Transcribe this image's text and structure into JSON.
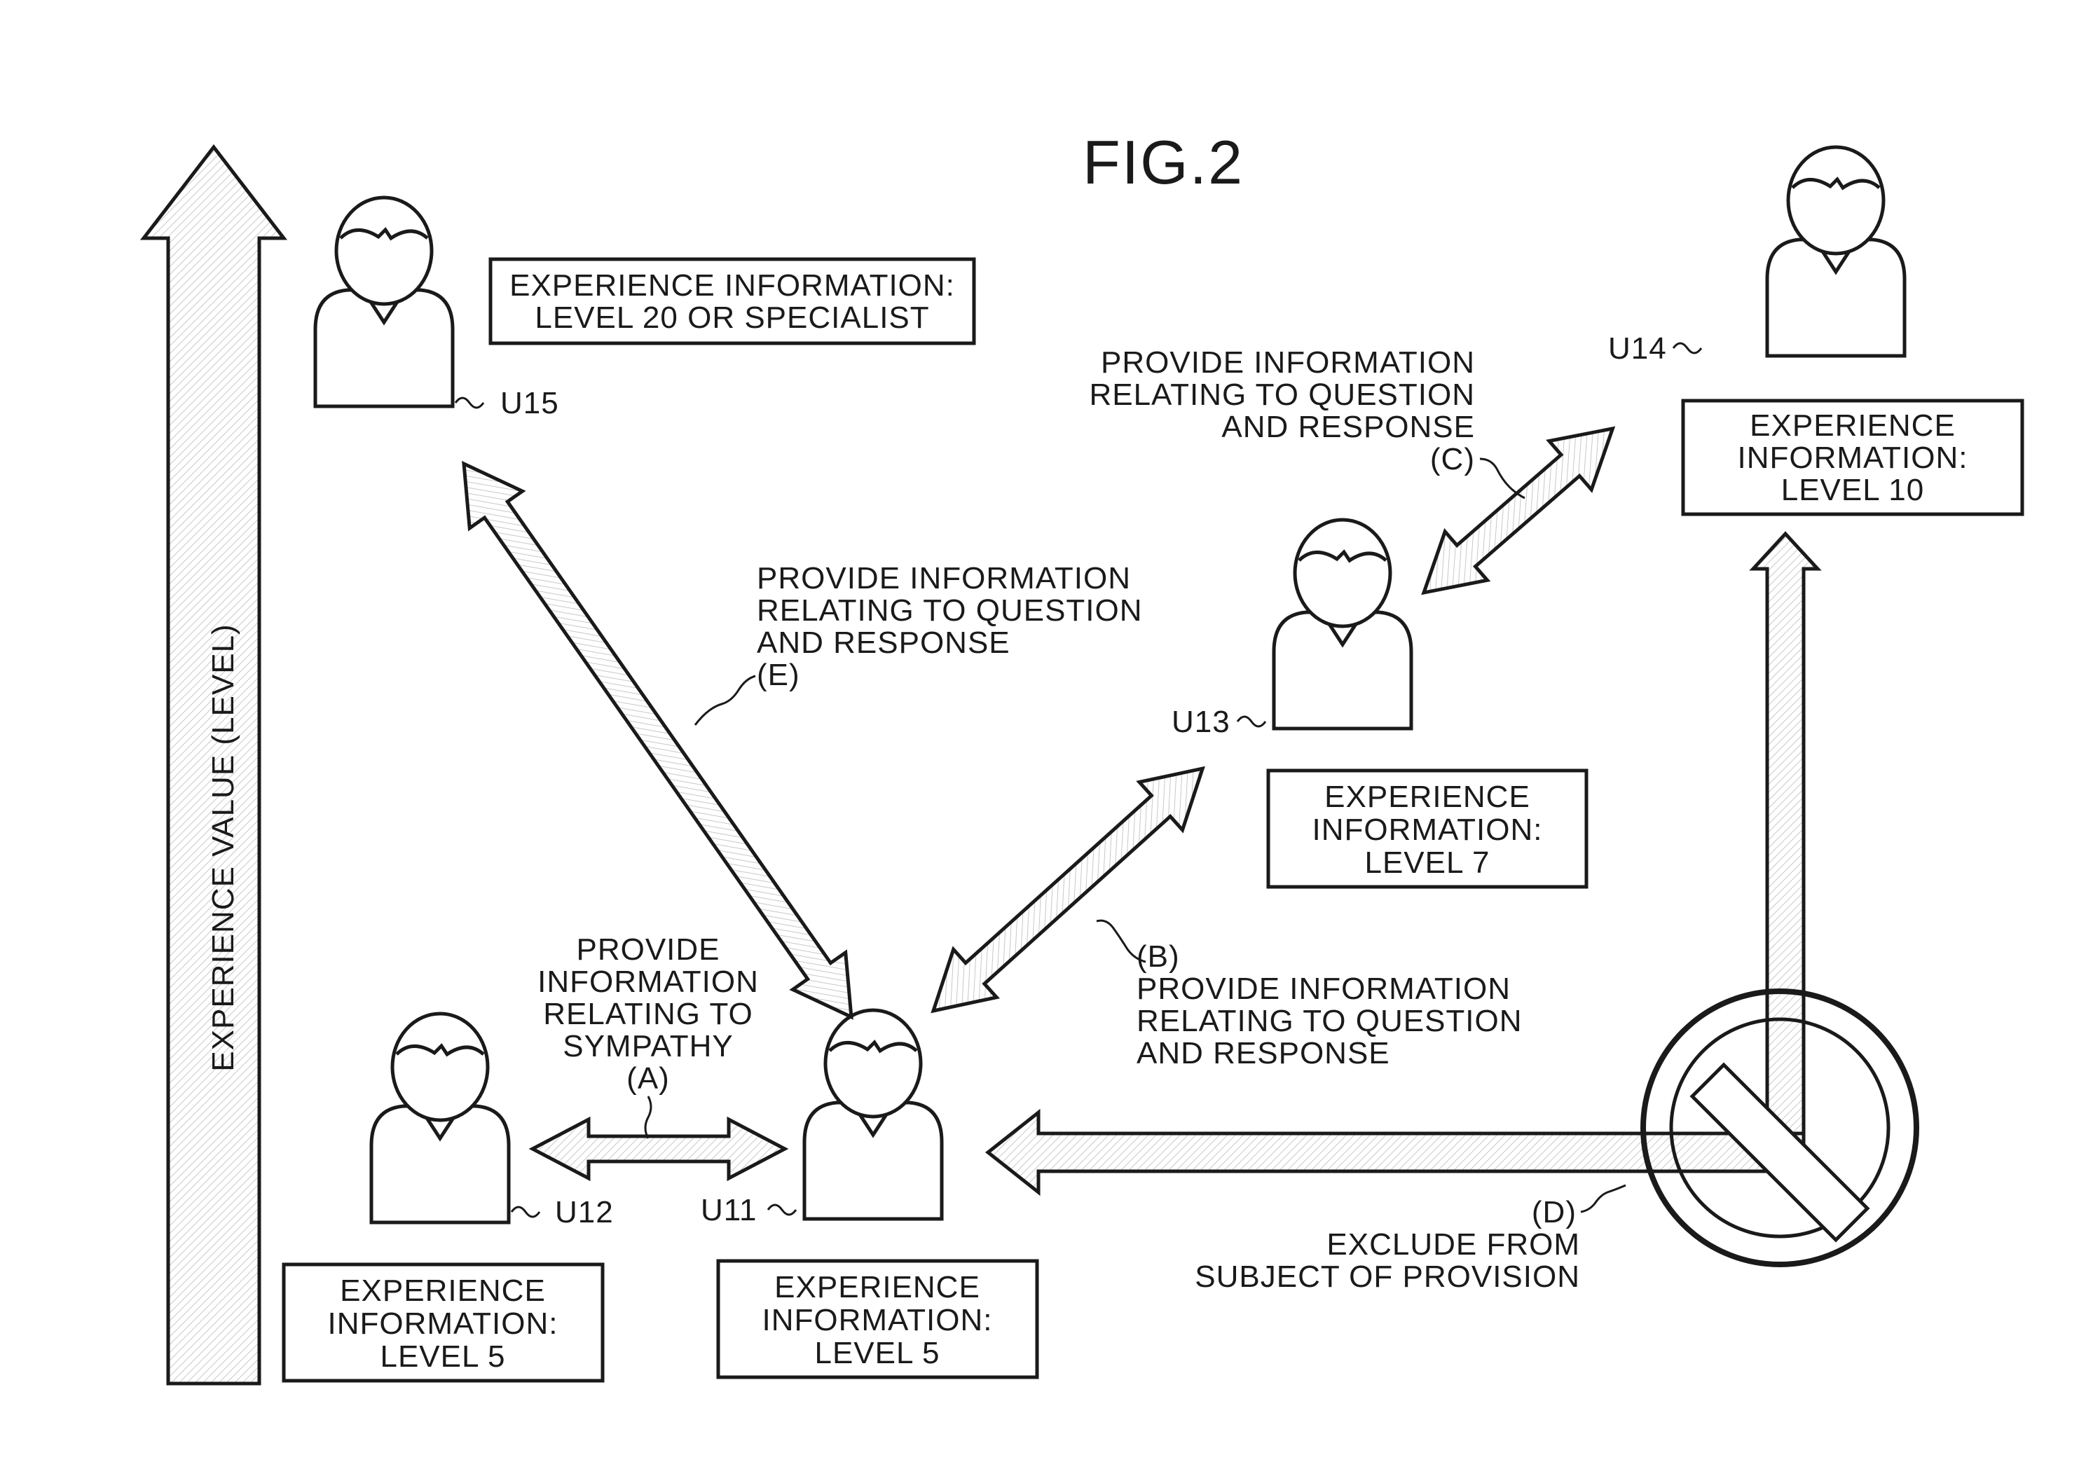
{
  "figure": {
    "title": "FIG.2"
  },
  "axis": {
    "label": "EXPERIENCE VALUE (LEVEL)"
  },
  "users": [
    {
      "id": "U15",
      "box_lines": [
        "EXPERIENCE INFORMATION:",
        "LEVEL 20 OR SPECIALIST"
      ]
    },
    {
      "id": "U14",
      "box_lines": [
        "EXPERIENCE",
        "INFORMATION:",
        "LEVEL 10"
      ]
    },
    {
      "id": "U13",
      "box_lines": [
        "EXPERIENCE",
        "INFORMATION:",
        "LEVEL 7"
      ]
    },
    {
      "id": "U12",
      "box_lines": [
        "EXPERIENCE",
        "INFORMATION:",
        "LEVEL 5"
      ]
    },
    {
      "id": "U11",
      "box_lines": [
        "EXPERIENCE",
        "INFORMATION:",
        "LEVEL 5"
      ]
    }
  ],
  "annotations": {
    "A": [
      "PROVIDE",
      "INFORMATION",
      "RELATING TO",
      "SYMPATHY",
      "(A)"
    ],
    "B": [
      "(B)",
      "PROVIDE INFORMATION",
      "RELATING TO QUESTION",
      "AND RESPONSE"
    ],
    "C": [
      "PROVIDE INFORMATION",
      "RELATING TO QUESTION",
      "AND RESPONSE",
      "(C)"
    ],
    "D": [
      "(D)",
      "EXCLUDE FROM",
      "SUBJECT OF PROVISION"
    ],
    "E": [
      "PROVIDE INFORMATION",
      "RELATING TO QUESTION",
      "AND RESPONSE",
      "(E)"
    ]
  }
}
